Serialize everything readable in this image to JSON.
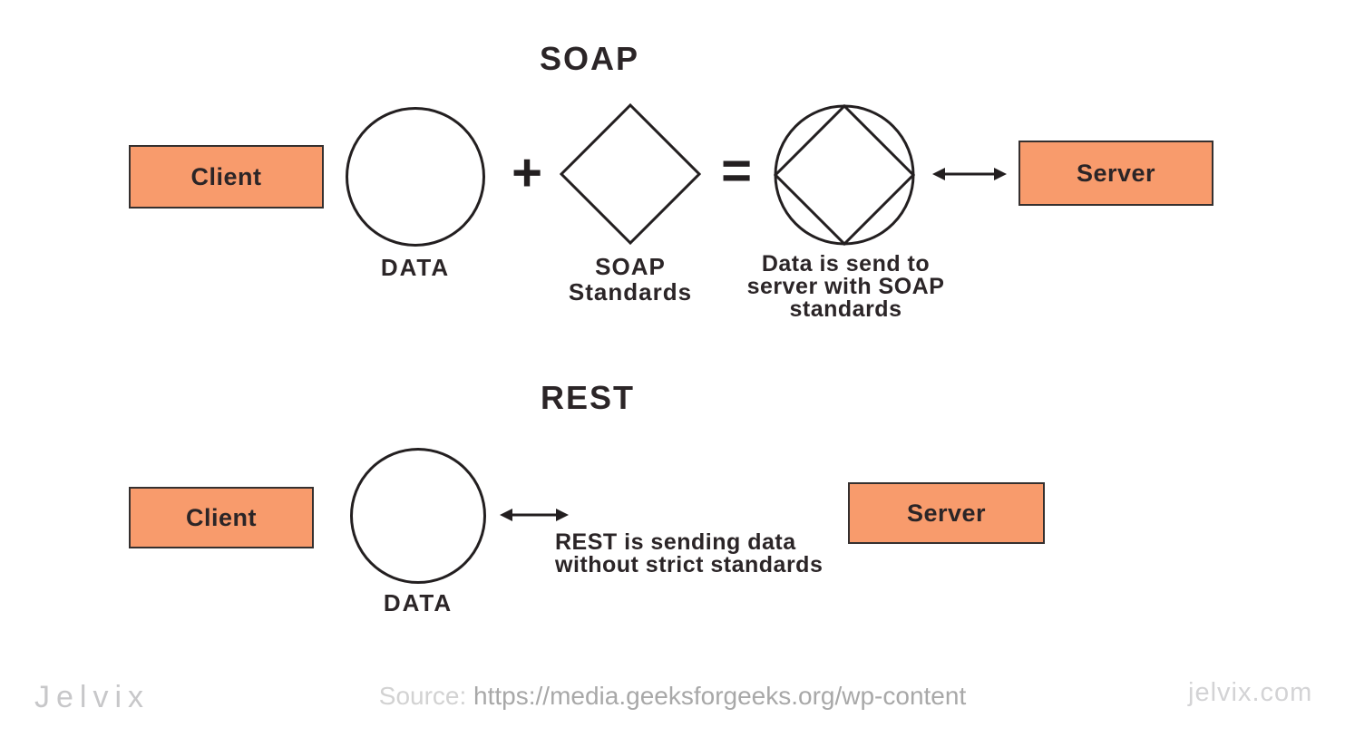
{
  "colors": {
    "node_fill": "#F89B6C",
    "node_border": "#35302f",
    "stroke": "#231f20",
    "text": "#2b2527",
    "footer_gray": "#c7c7c9",
    "source_prefix_gray": "#d2d2d2",
    "source_url_gray": "#a8a8a8"
  },
  "soap": {
    "title": "SOAP",
    "client_label": "Client",
    "data_label": "DATA",
    "plus_operator": "+",
    "standards_label": "SOAP\nStandards",
    "equals_operator": "=",
    "result_label": "Data is send to\nserver with SOAP\nstandards",
    "server_label": "Server",
    "icons": {
      "data_circle": "circle-icon",
      "standards_diamond": "diamond-icon",
      "combined": "circle-with-inscribed-diamond-icon",
      "link": "double-arrow-icon"
    }
  },
  "rest": {
    "title": "REST",
    "client_label": "Client",
    "data_label": "DATA",
    "note": "REST is sending data\nwithout strict standards",
    "server_label": "Server",
    "icons": {
      "data_circle": "circle-icon",
      "link": "double-arrow-icon"
    }
  },
  "footer": {
    "logo": "Jelvix",
    "source_prefix": "Source:",
    "source_url": "https://media.geeksforgeeks.org/wp-content",
    "site": "jelvix.com"
  }
}
